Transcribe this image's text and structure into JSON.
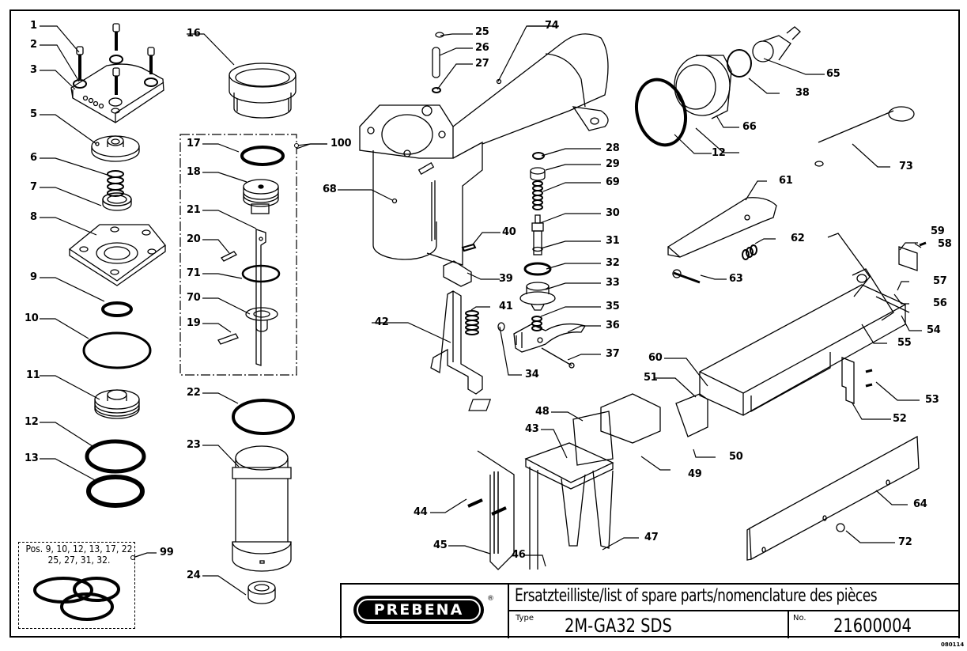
{
  "document": {
    "brand": "PREBENA",
    "registered_mark": "®",
    "title": "Ersatzteilliste/list of spare parts/nomenclature des pièces",
    "type_label": "Type",
    "type_value": "2M-GA32 SDS",
    "number_label": "No.",
    "number_value": "21600004",
    "drawing_code": "080114"
  },
  "kit": {
    "part_number": "99",
    "line1": "Pos. 9, 10, 12, 13, 17, 22",
    "line2": "25, 27, 31, 32.",
    "positions": [
      9,
      10,
      12,
      13,
      17,
      22,
      25,
      27,
      31,
      32
    ]
  },
  "assembly_group": {
    "part_number": "100",
    "contains": [
      17,
      18,
      21,
      20,
      71,
      70,
      19
    ]
  },
  "callouts": {
    "p1": "1",
    "p2": "2",
    "p3": "3",
    "p5": "5",
    "p6": "6",
    "p7": "7",
    "p8": "8",
    "p9": "9",
    "p10": "10",
    "p11": "11",
    "p12a": "12",
    "p13": "13",
    "p16": "16",
    "p17": "17",
    "p18": "18",
    "p19": "19",
    "p20": "20",
    "p21": "21",
    "p22": "22",
    "p23": "23",
    "p24": "24",
    "p25": "25",
    "p26": "26",
    "p27": "27",
    "p28": "28",
    "p29": "29",
    "p30": "30",
    "p31": "31",
    "p32": "32",
    "p33": "33",
    "p34": "34",
    "p35": "35",
    "p36": "36",
    "p37": "37",
    "p38": "38",
    "p39": "39",
    "p40": "40",
    "p41": "41",
    "p42": "42",
    "p43": "43",
    "p44": "44",
    "p45": "45",
    "p46": "46",
    "p47": "47",
    "p48": "48",
    "p49": "49",
    "p50": "50",
    "p51": "51",
    "p52": "52",
    "p53": "53",
    "p54": "54",
    "p55": "55",
    "p56": "56",
    "p57": "57",
    "p58": "58",
    "p59": "59",
    "p60": "60",
    "p61": "61",
    "p62": "62",
    "p63": "63",
    "p64": "64",
    "p65": "65",
    "p66": "66",
    "p68": "68",
    "p69": "69",
    "p70": "70",
    "p71": "71",
    "p72": "72",
    "p73": "73",
    "p74": "74",
    "p12b": "12",
    "p99": "99",
    "p100": "100"
  }
}
